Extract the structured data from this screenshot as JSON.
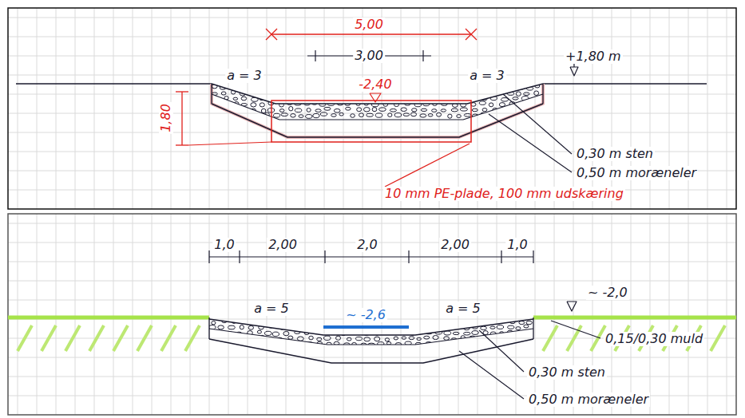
{
  "diagram": {
    "labels": [
      "5,00",
      "3,00",
      "+1,80 m",
      "a = 3",
      "-2,40",
      "a = 3",
      "1,80",
      "0,30 m sten",
      "0,50 m moræneler",
      "10 mm PE-plade, 100 mm udskæring",
      "1,0",
      "2,00",
      "2,0",
      "2,00",
      "1,0",
      "~ -2,0",
      "a = 5",
      "~ -2,6",
      "a = 5",
      "0,15/0,30 muld",
      "0,30 m sten",
      "0,50 m moræneler"
    ]
  }
}
